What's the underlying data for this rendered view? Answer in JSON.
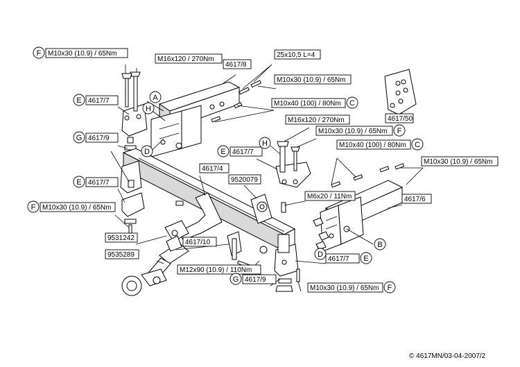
{
  "callouts": [
    {
      "id": "m10-f-top",
      "text": "M10x30 (10.9) / 65Nm",
      "letter": "F"
    },
    {
      "id": "m16-top",
      "text": "M16x120 / 270Nm"
    },
    {
      "id": "p4617-8",
      "text": "4617/8"
    },
    {
      "id": "bolt-25",
      "text": "25x10,5 L=4"
    },
    {
      "id": "m10-top-right",
      "text": "M10x30 (10.9) / 65Nm"
    },
    {
      "id": "m10x40-c-top",
      "text": "M10x40 (100) / 80Nm",
      "letter": "C"
    },
    {
      "id": "p4617-50",
      "text": "4617/50"
    },
    {
      "id": "p4617-7-e1",
      "text": "4617/7",
      "letter": "E"
    },
    {
      "id": "p4617-9-g1",
      "text": "4617/9",
      "letter": "G"
    },
    {
      "id": "m16-mid",
      "text": "M16x120 / 270Nm"
    },
    {
      "id": "m10-f-mid",
      "text": "M10x30 (10.9) / 65Nm",
      "letter": "F"
    },
    {
      "id": "p4617-7-e2",
      "text": "4617/7",
      "letter": "E"
    },
    {
      "id": "m10x40-c-mid",
      "text": "M10x40 (100) / 80Nm",
      "letter": "C"
    },
    {
      "id": "m10-right",
      "text": "M10x30 (10.9) / 65Nm"
    },
    {
      "id": "p4617-4",
      "text": "4617/4"
    },
    {
      "id": "p9520079",
      "text": "9520079"
    },
    {
      "id": "p4617-7-e3",
      "text": "4617/7",
      "letter": "E"
    },
    {
      "id": "m6x20",
      "text": "M6x20 / 11Nm"
    },
    {
      "id": "p4617-6",
      "text": "4617/6"
    },
    {
      "id": "m10-f-left",
      "text": "M10x30 (10.9) / 65Nm",
      "letter": "F"
    },
    {
      "id": "p9531242",
      "text": "9531242"
    },
    {
      "id": "p4617-10",
      "text": "4617/10"
    },
    {
      "id": "p9535289",
      "text": "9535289"
    },
    {
      "id": "p4617-7-e4",
      "text": "4617/7",
      "letter": "E"
    },
    {
      "id": "m12x90",
      "text": "M12x90 (10.9) / 110Nm"
    },
    {
      "id": "p4617-9-g2",
      "text": "4617/9",
      "letter": "G"
    },
    {
      "id": "m10-f-bottom",
      "text": "M10x30 (10.9) / 65Nm",
      "letter": "F"
    }
  ],
  "letters": [
    "A",
    "H",
    "D",
    "H",
    "B",
    "D"
  ],
  "copyright": "© 4617MN/03-04-2007/2"
}
